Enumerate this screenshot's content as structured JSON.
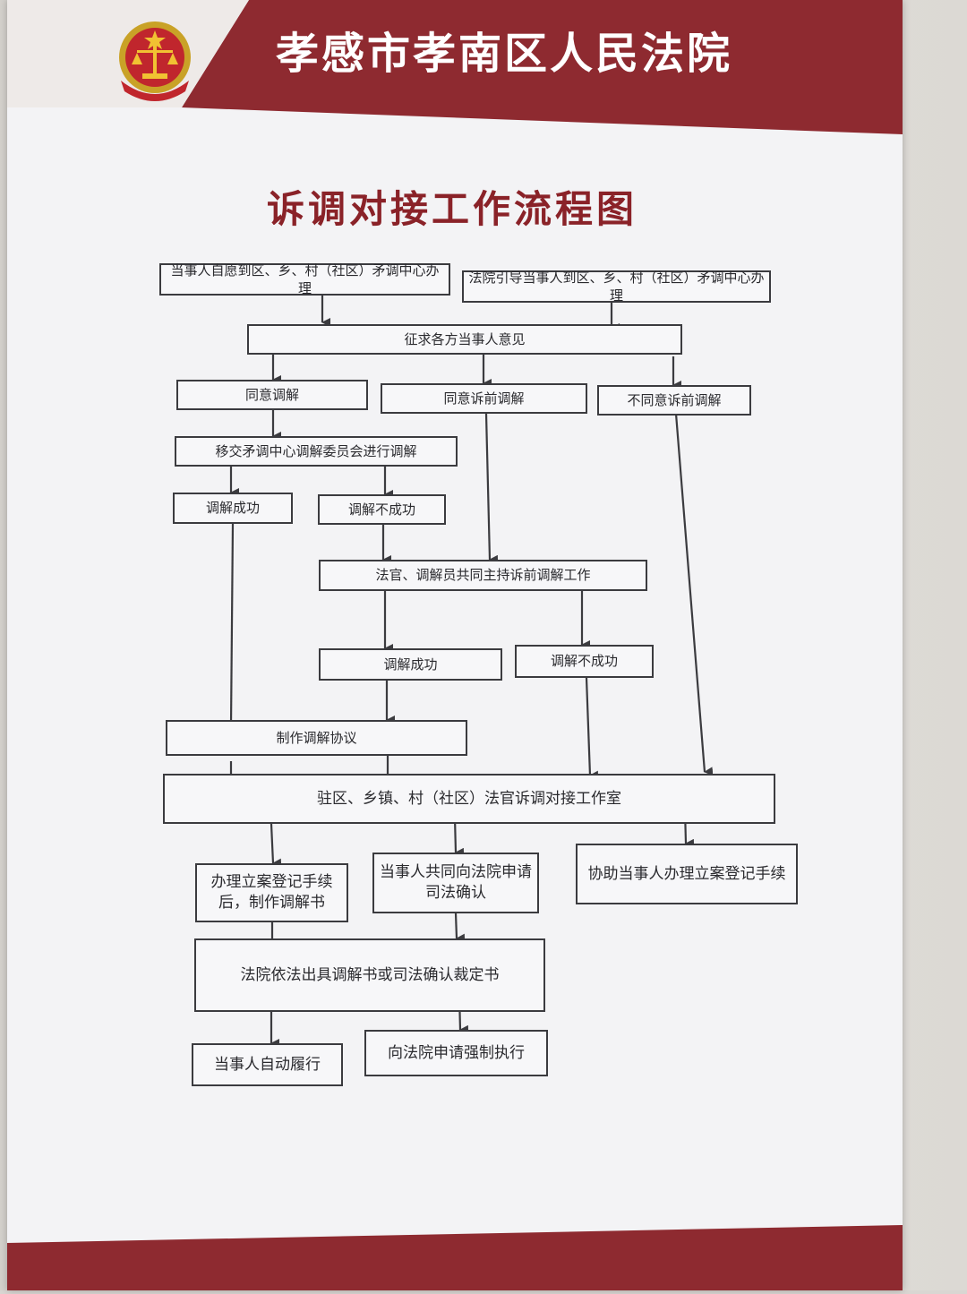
{
  "header": {
    "court_name": "孝感市孝南区人民法院",
    "emblem_icon": "court-emblem-icon",
    "band_color": "#8e2a30"
  },
  "chart_title": "诉调对接工作流程图",
  "nodes": {
    "n1": "当事人自愿到区、乡、村（社区）矛调中心办理",
    "n2": "法院引导当事人到区、乡、村（社区）矛调中心办理",
    "n3": "征求各方当事人意见",
    "n4": "同意调解",
    "n5": "同意诉前调解",
    "n6": "不同意诉前调解",
    "n7": "移交矛调中心调解委员会进行调解",
    "n8": "调解成功",
    "n9": "调解不成功",
    "n10": "法官、调解员共同主持诉前调解工作",
    "n11": "调解成功",
    "n12": "调解不成功",
    "n13": "制作调解协议",
    "n14": "驻区、乡镇、村（社区）法官诉调对接工作室",
    "n15": "办理立案登记手续后，制作调解书",
    "n16": "当事人共同向法院申请司法确认",
    "n17": "协助当事人办理立案登记手续",
    "n18": "法院依法出具调解书或司法确认裁定书",
    "n19": "当事人自动履行",
    "n20": "向法院申请强制执行"
  },
  "colors": {
    "accent": "#8e2a30",
    "title": "#8a2228",
    "line": "#3b3b3f"
  }
}
